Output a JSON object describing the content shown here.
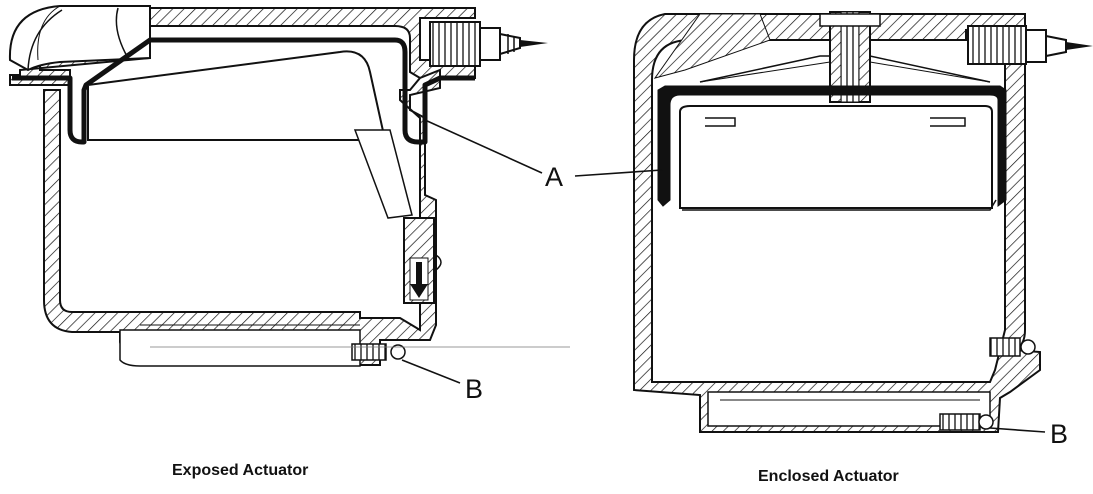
{
  "figure": {
    "left_caption": "Exposed Actuator",
    "right_caption": "Enclosed Actuator",
    "callouts": {
      "a": "A",
      "b_left": "B",
      "b_right": "B"
    }
  },
  "colors": {
    "ink": "#111111",
    "background": "#ffffff"
  }
}
